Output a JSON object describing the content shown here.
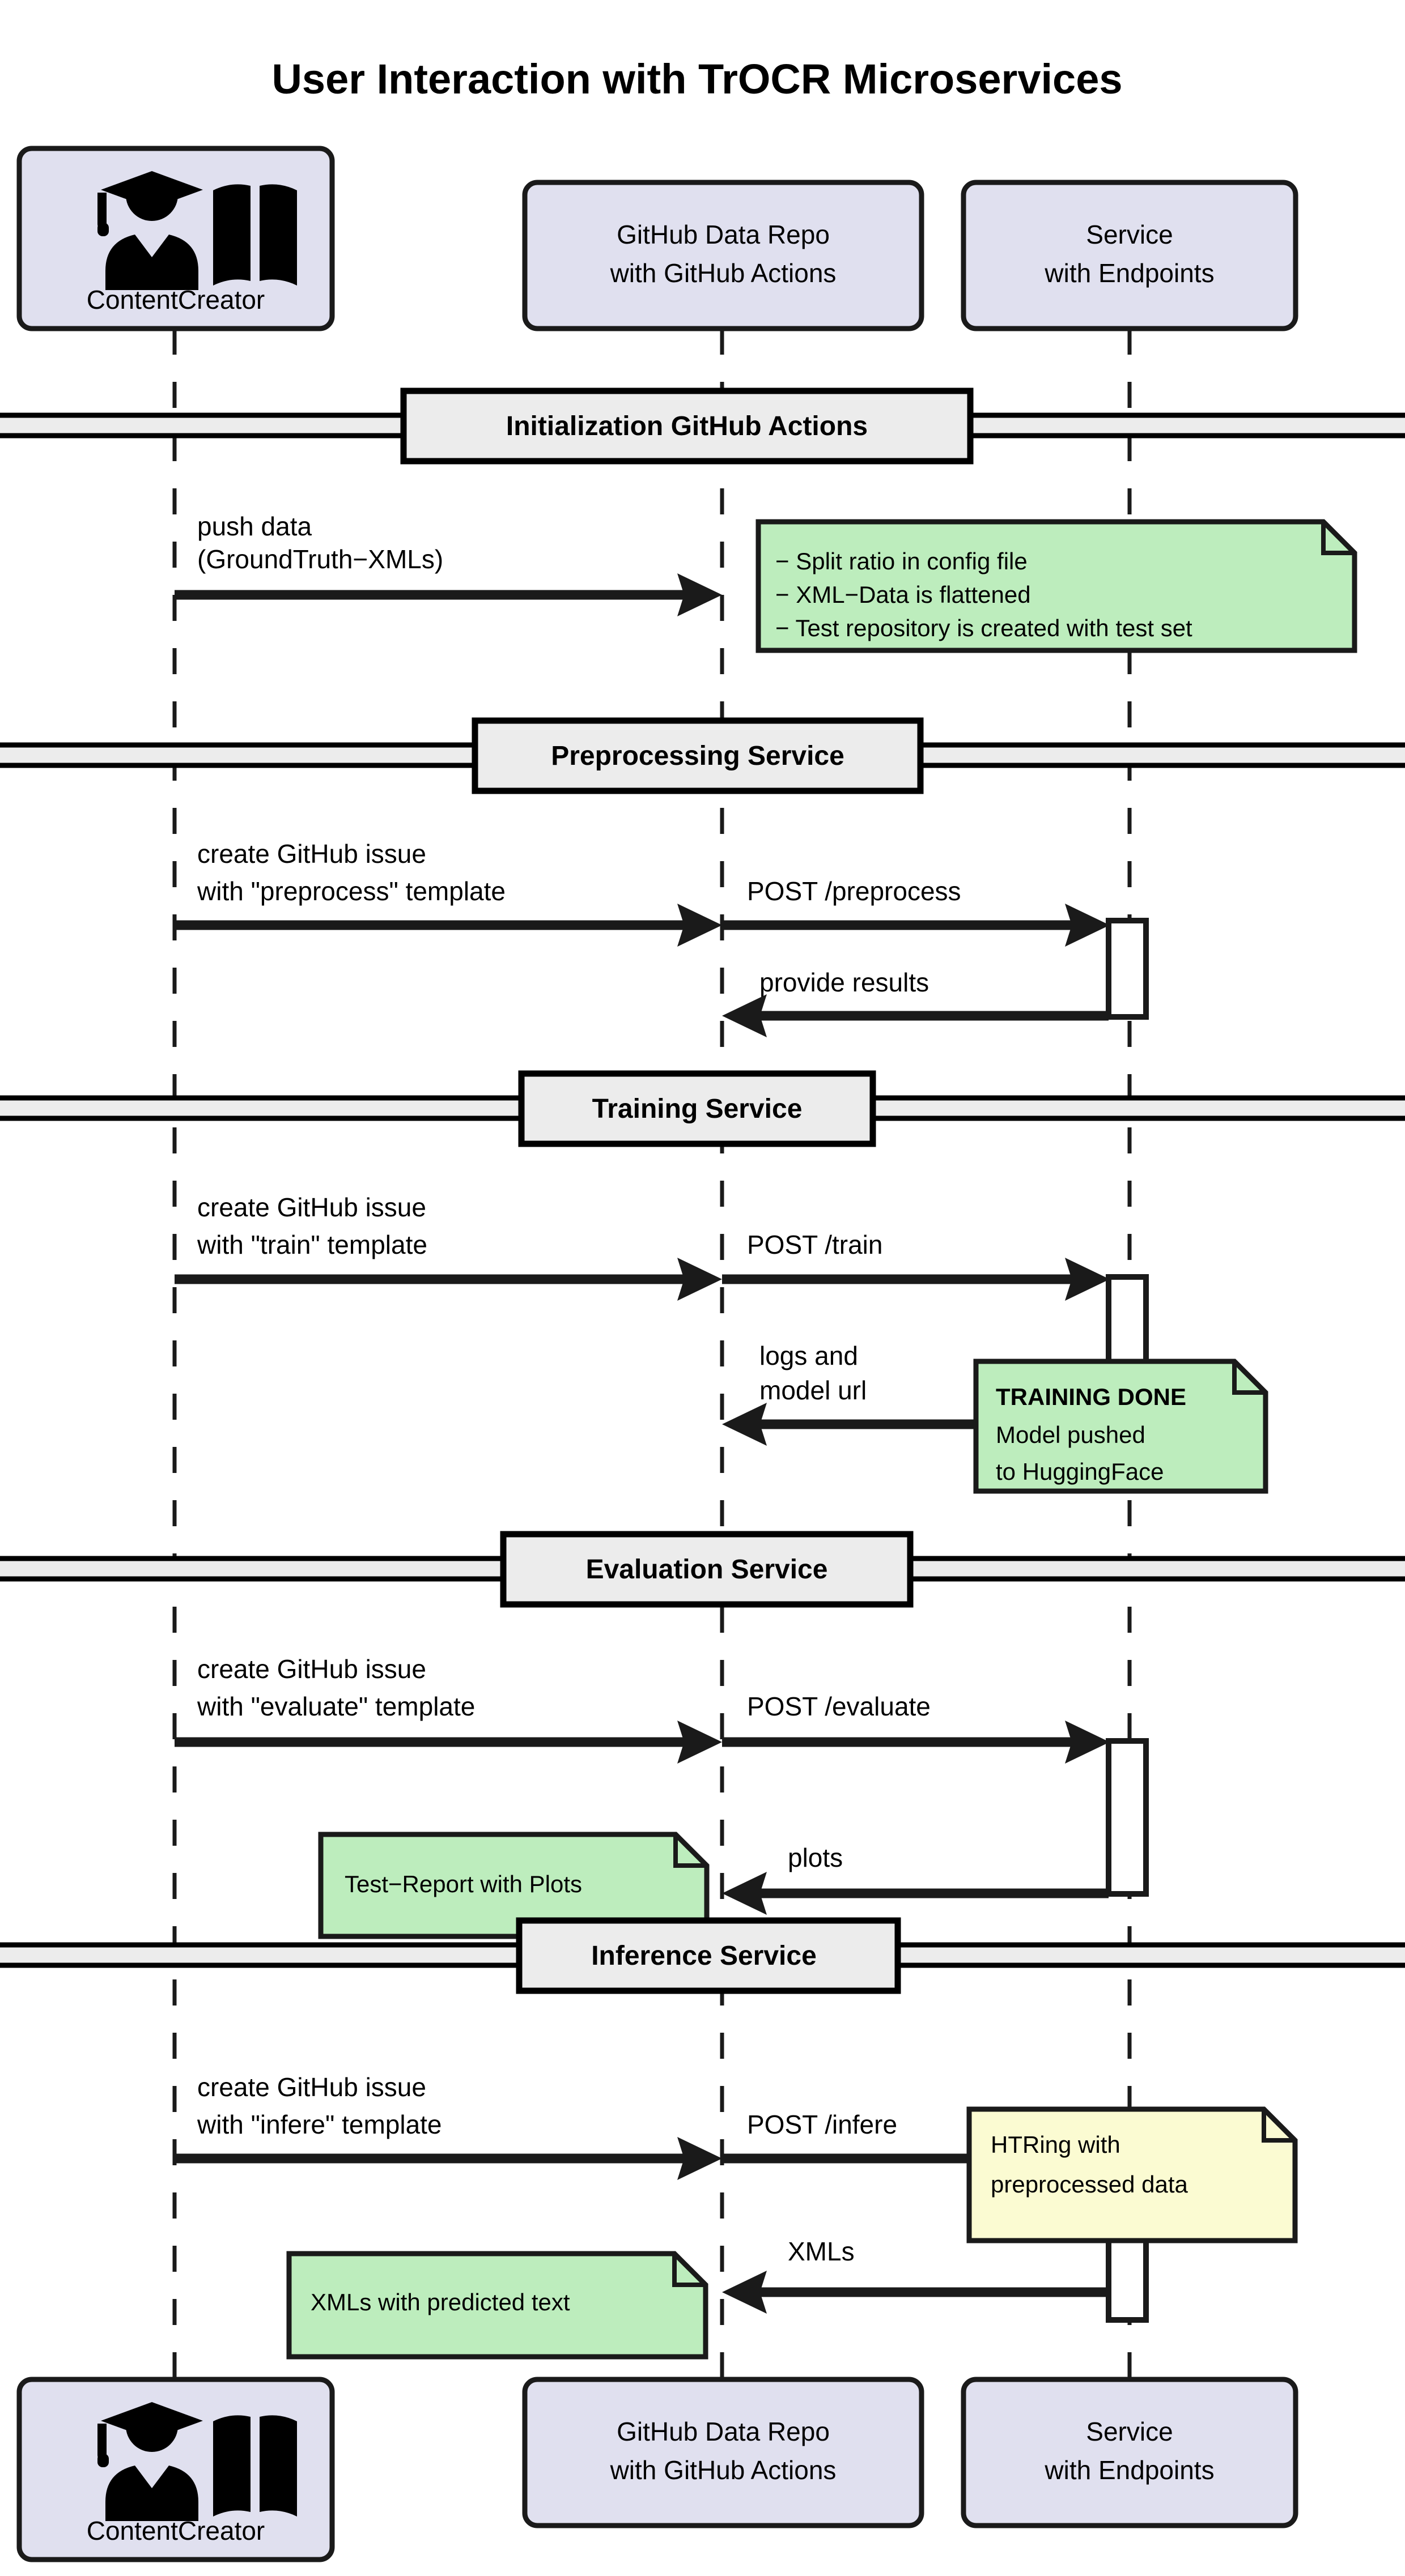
{
  "title": "User Interaction with TrOCR Microservices",
  "colors": {
    "participant_fill": "#E0E0EF",
    "participant_stroke": "#1A1A1A",
    "separator_fill": "#ECECEC",
    "separator_stroke": "#000000",
    "note_green": "#BDEDBD",
    "note_yellow": "#FBFBD2",
    "note_stroke": "#1A1A1A",
    "lifeline": "#1A1A1A",
    "arrow": "#1A1A1A",
    "activation_fill": "#FFFFFF"
  },
  "participants": [
    {
      "id": "contentcreator",
      "label_lines": [
        "ContentCreator"
      ],
      "icon": "graduate-book-icon"
    },
    {
      "id": "github-data-repo",
      "label_lines": [
        "GitHub Data Repo",
        "with GitHub Actions"
      ],
      "icon": null
    },
    {
      "id": "service",
      "label_lines": [
        "Service",
        "with Endpoints"
      ],
      "icon": null
    }
  ],
  "sections": [
    {
      "id": "initialization",
      "separator_label": "Initialization GitHub Actions",
      "messages": [
        {
          "id": "push-data",
          "label_lines": [
            "push data",
            "(GroundTruth−XMLs)"
          ],
          "from": "contentcreator",
          "to": "github-data-repo",
          "direction": "right"
        }
      ],
      "notes": [
        {
          "id": "init-note",
          "color": "green",
          "lines": [
            "− Split ratio in config file",
            "− XML−Data is flattened",
            "− Test repository is created with test set"
          ]
        }
      ]
    },
    {
      "id": "preprocessing",
      "separator_label": "Preprocessing Service",
      "messages": [
        {
          "id": "create-issue-preprocess",
          "label_lines": [
            "create GitHub issue",
            "with \"preprocess\" template"
          ],
          "from": "contentcreator",
          "to": "github-data-repo",
          "direction": "right"
        },
        {
          "id": "post-preprocess",
          "label_lines": [
            "POST /preprocess"
          ],
          "from": "github-data-repo",
          "to": "service",
          "direction": "right"
        },
        {
          "id": "provide-results",
          "label_lines": [
            "provide results"
          ],
          "from": "service",
          "to": "github-data-repo",
          "direction": "left"
        }
      ],
      "notes": []
    },
    {
      "id": "training",
      "separator_label": "Training Service",
      "messages": [
        {
          "id": "create-issue-train",
          "label_lines": [
            "create GitHub issue",
            "with \"train\" template"
          ],
          "from": "contentcreator",
          "to": "github-data-repo",
          "direction": "right"
        },
        {
          "id": "post-train",
          "label_lines": [
            "POST /train"
          ],
          "from": "github-data-repo",
          "to": "service",
          "direction": "right"
        },
        {
          "id": "logs-and-model-url",
          "label_lines": [
            "logs and",
            "model url"
          ],
          "from": "service",
          "to": "github-data-repo",
          "direction": "left"
        }
      ],
      "notes": [
        {
          "id": "training-done-note",
          "color": "green",
          "lines": [
            "TRAINING DONE",
            "Model pushed",
            "to HuggingFace"
          ],
          "bold_first_line": true
        }
      ]
    },
    {
      "id": "evaluation",
      "separator_label": "Evaluation Service",
      "messages": [
        {
          "id": "create-issue-evaluate",
          "label_lines": [
            "create GitHub issue",
            "with \"evaluate\" template"
          ],
          "from": "contentcreator",
          "to": "github-data-repo",
          "direction": "right"
        },
        {
          "id": "post-evaluate",
          "label_lines": [
            "POST /evaluate"
          ],
          "from": "github-data-repo",
          "to": "service",
          "direction": "right"
        },
        {
          "id": "plots",
          "label_lines": [
            "plots"
          ],
          "from": "service",
          "to": "github-data-repo",
          "direction": "left"
        }
      ],
      "notes": [
        {
          "id": "test-report-note",
          "color": "green",
          "lines": [
            "Test−Report with Plots"
          ]
        }
      ]
    },
    {
      "id": "inference",
      "separator_label": "Inference Service",
      "messages": [
        {
          "id": "create-issue-infere",
          "label_lines": [
            "create GitHub issue",
            "with \"infere\" template"
          ],
          "from": "contentcreator",
          "to": "github-data-repo",
          "direction": "right"
        },
        {
          "id": "post-infere",
          "label_lines": [
            "POST /infere"
          ],
          "from": "github-data-repo",
          "to": "service",
          "direction": "right"
        },
        {
          "id": "xmls",
          "label_lines": [
            "XMLs"
          ],
          "from": "service",
          "to": "github-data-repo",
          "direction": "left"
        }
      ],
      "notes": [
        {
          "id": "htring-note",
          "color": "yellow",
          "lines": [
            "HTRing with",
            "preprocessed data"
          ]
        },
        {
          "id": "xmls-predicted-note",
          "color": "green",
          "lines": [
            "XMLs with predicted text"
          ]
        }
      ]
    }
  ]
}
